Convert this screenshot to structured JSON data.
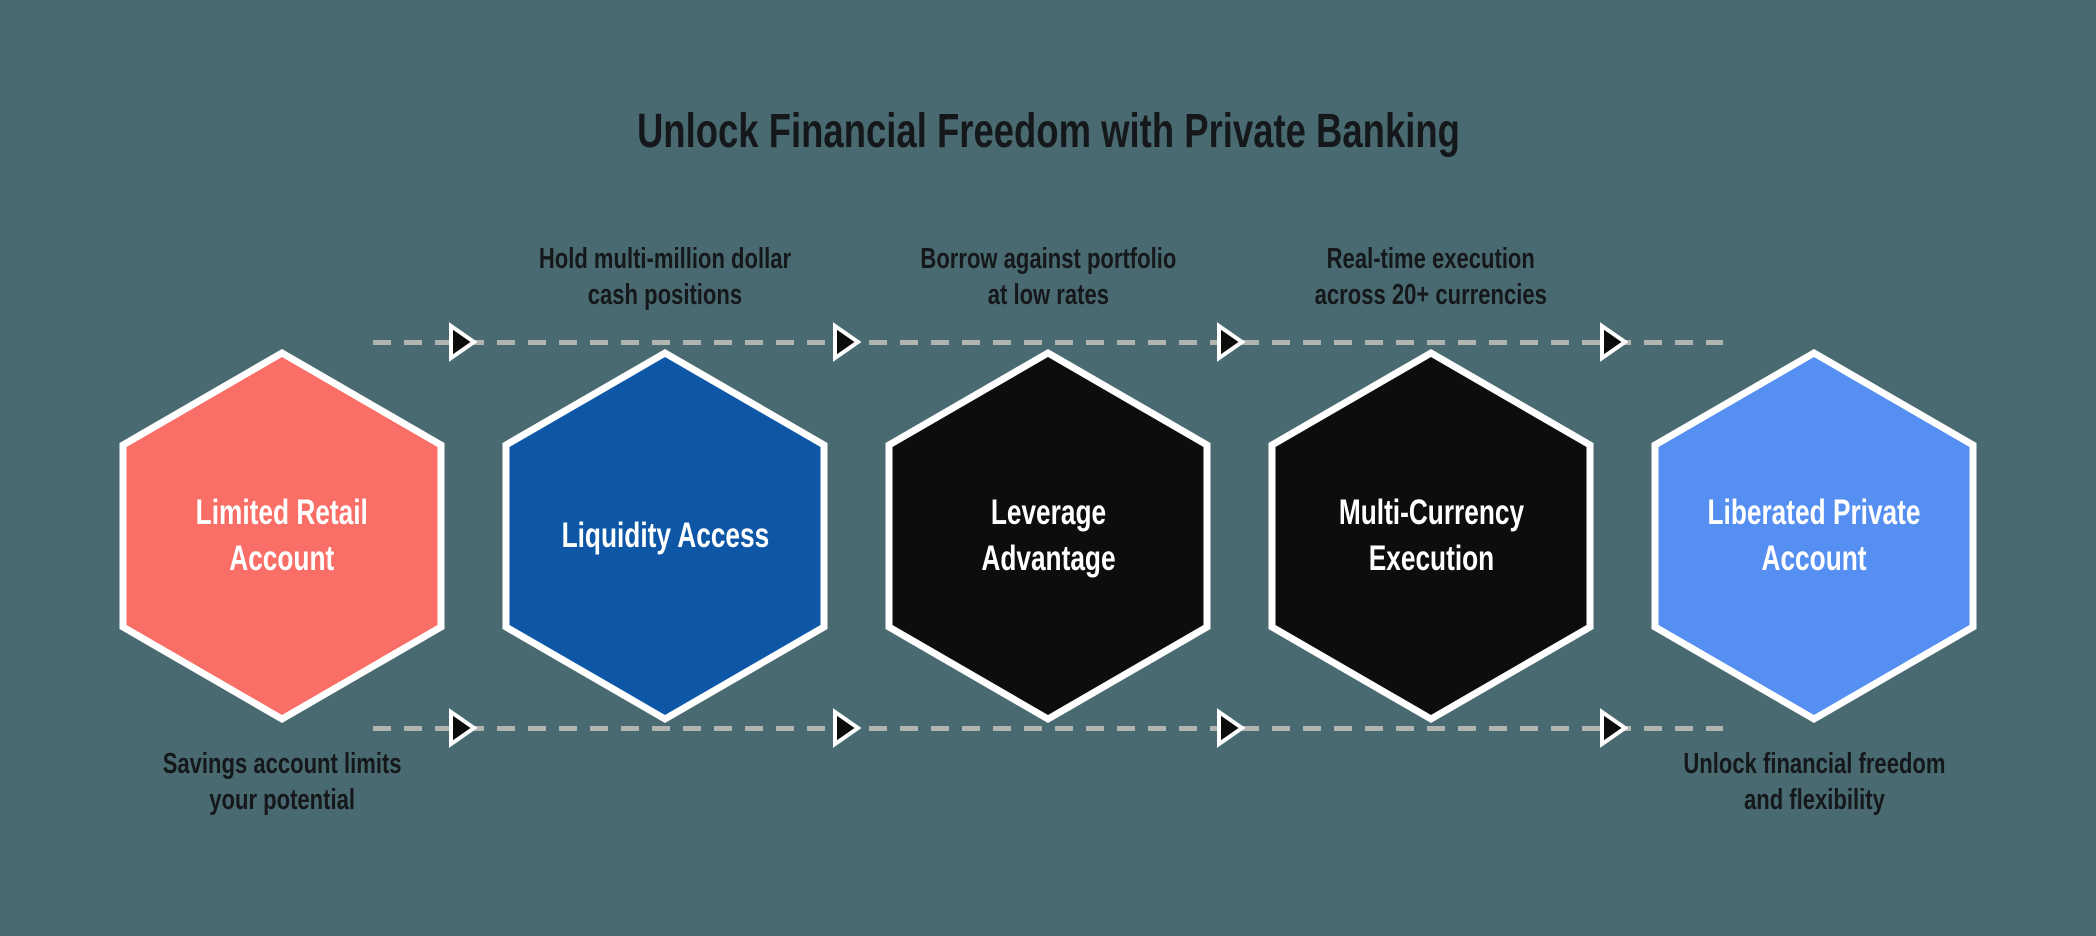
{
  "title": "Unlock Financial Freedom with Private Banking",
  "colors": {
    "background": "#4a6a72",
    "dash_line": "#b2b4b1",
    "title_text": "#15181a",
    "hex_label_text": "#ffffff",
    "hex_border": "#ffffff",
    "arrowhead_fill": "#0c0c0c",
    "arrowhead_outline": "#ffffff",
    "step_1_color": "#f96e66",
    "step_2_color": "#0d57a6",
    "step_3_color": "#0d0d0d",
    "step_4_color": "#0d0d0d",
    "step_5_color": "#568ff2"
  },
  "steps": [
    {
      "label": "Limited Retail\nAccount",
      "color": "#f96e66",
      "caption_below": "Savings account limits\nyour potential"
    },
    {
      "label": "Liquidity Access",
      "color": "#0d57a6",
      "caption_above": "Hold multi-million dollar\ncash positions"
    },
    {
      "label": "Leverage\nAdvantage",
      "color": "#0d0d0d",
      "caption_above": "Borrow against portfolio\nat low rates"
    },
    {
      "label": "Multi-Currency\nExecution",
      "color": "#0d0d0d",
      "caption_above": "Real-time execution\nacross 20+ currencies"
    },
    {
      "label": "Liberated Private\nAccount",
      "color": "#568ff2",
      "caption_below": "Unlock financial freedom\nand flexibility"
    }
  ]
}
